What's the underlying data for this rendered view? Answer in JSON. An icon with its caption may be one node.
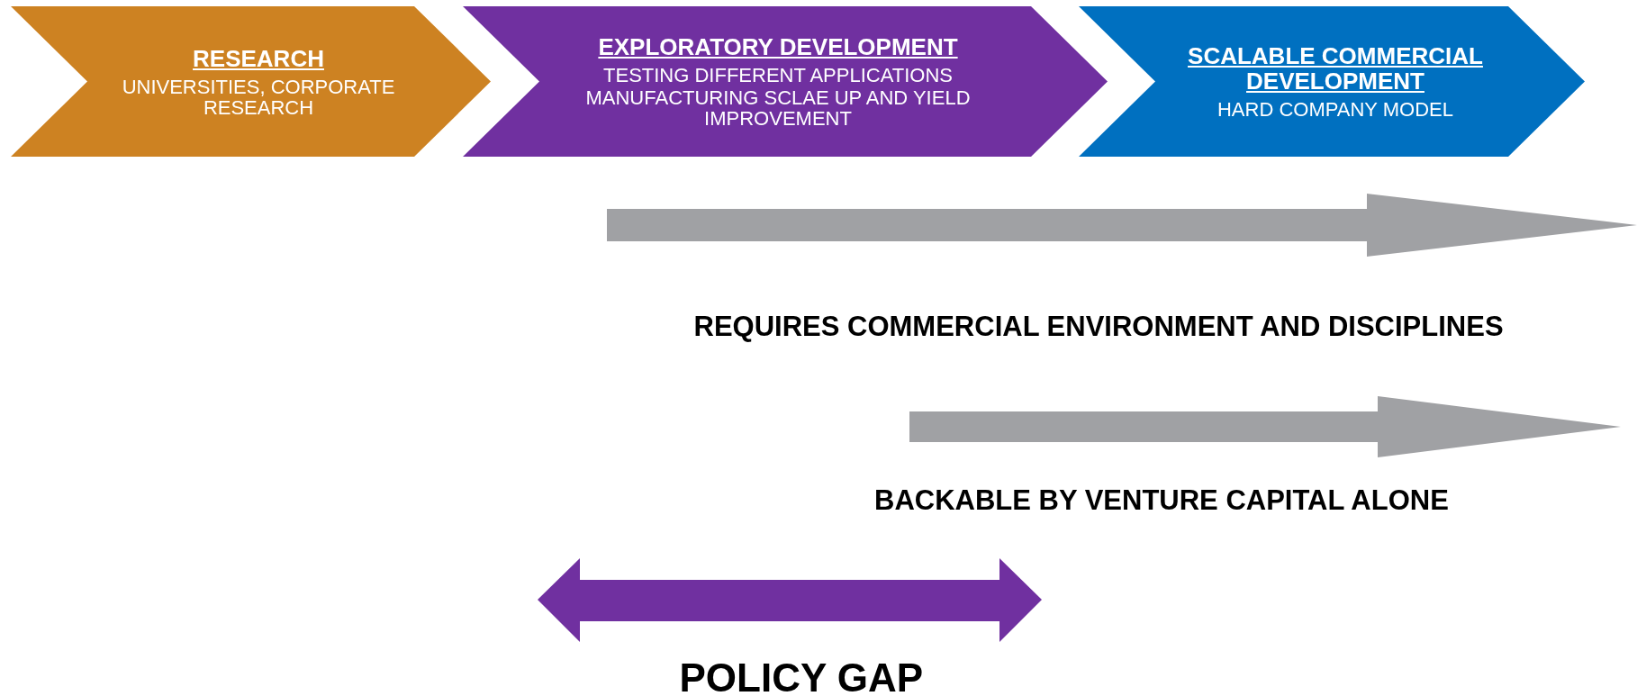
{
  "diagram": {
    "nodes": [
      {
        "text": [
          "RESEARCH",
          "UNIVERSITIES, CORPORATE RESEARCH"
        ]
      },
      {
        "text": [
          "EXPLORATORY DEVELOPMENT",
          "TESTING DIFFERENT APPLICATIONS",
          "MANUFACTURING SCLAE UP AND YIELD IMPROVEMENT"
        ]
      },
      {
        "text": [
          "SCALABLE COMMERCIAL DEVELOPMENT",
          "HARD COMPANY MODEL"
        ]
      }
    ],
    "labels": [
      "REQUIRES COMMERCIAL ENVIRONMENT AND DISCIPLINES",
      "BACKABLE BY VENTURE CAPITAL ALONE",
      "POLICY GAP"
    ]
  }
}
